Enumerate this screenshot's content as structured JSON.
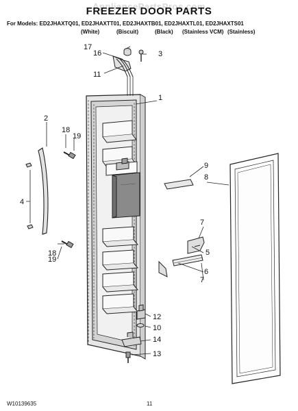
{
  "header": {
    "watermark": "AppliancePartsPros.com",
    "title": "FREEZER DOOR PARTS",
    "models": "For Models: ED2JHAXTQ01, ED2JHAXTT01, ED2JHAXTB01, ED2JHAXTL01, ED2JHAXTS01",
    "variants": [
      "(White)",
      "(Biscuit)",
      "(Black)",
      "(Stainless VCM)",
      "(Stainless)"
    ]
  },
  "callouts": {
    "c1": "1",
    "c2": "2",
    "c3": "3",
    "c4": "4",
    "c5": "5",
    "c6": "6",
    "c7a": "7",
    "c7b": "7",
    "c8": "8",
    "c9": "9",
    "c10": "10",
    "c11": "11",
    "c12": "12",
    "c13": "13",
    "c14": "14",
    "c16": "16",
    "c17": "17",
    "c18a": "18",
    "c18b": "18",
    "c19a": "19",
    "c19b": "19"
  },
  "footer": {
    "doc_number": "W10139635",
    "page_number": "11"
  }
}
